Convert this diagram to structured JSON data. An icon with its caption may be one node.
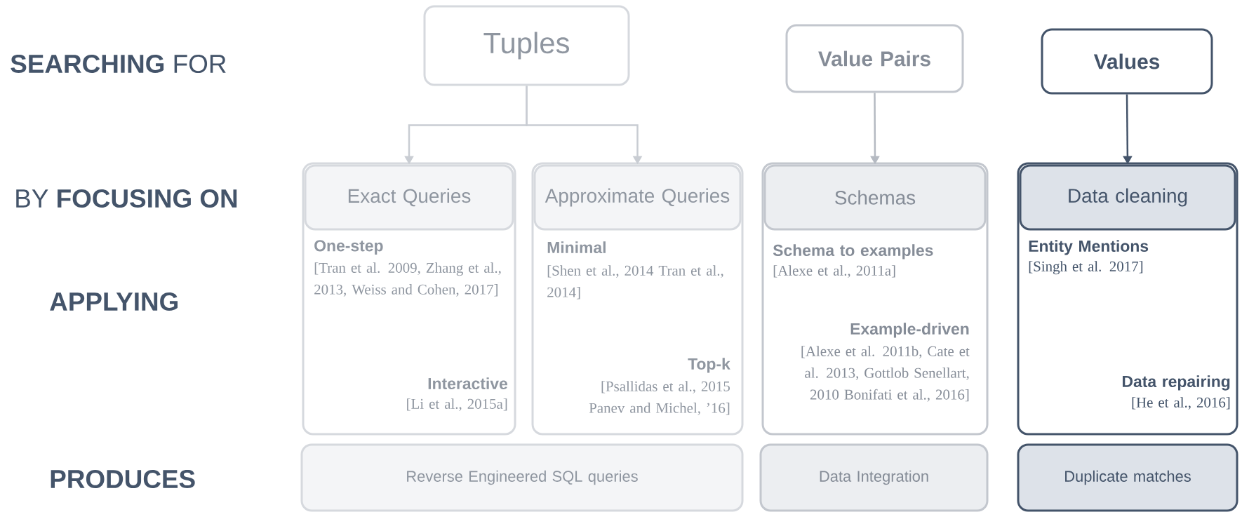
{
  "diagram": {
    "nodes": [
      {
        "text": [
          "Tuples"
        ]
      },
      {
        "text": [
          "Value Pairs"
        ]
      },
      {
        "text": [
          "Values"
        ]
      },
      {
        "text": [
          "One-step",
          "[Tran et al. 2009, Zhang et al., 2013, Weiss and Cohen, 2017]",
          "Interactive",
          "[Li et al., 2015a]"
        ]
      },
      {
        "text": [
          "Exact Queries"
        ],
        "in": 3
      },
      {
        "text": [
          "Minimal",
          "[Shen et al., 2014 Tran et al., 2014]",
          "Top-k",
          "[Psallidas et al., 2015 Panev and Michel, ’16]"
        ]
      },
      {
        "text": [
          "Approximate Queries"
        ],
        "in": 5
      },
      {
        "text": [
          "Schema to examples",
          "[Alexe et al., 2011a]",
          "Example-driven",
          "[Alexe et al. 2011b, Cate et al. 2013, Gottlob Senellart, 2010 Bonifati et al., 2016]"
        ]
      },
      {
        "text": [
          "Schemas"
        ],
        "in": 7
      },
      {
        "text": [
          "Entity Mentions",
          "[Singh et al. 2017]",
          "Data repairing",
          "[He et al., 2016]"
        ]
      },
      {
        "text": [
          "Data cleaning"
        ],
        "in": 9
      },
      {
        "text": [
          "Reverse Engineered SQL queries"
        ]
      },
      {
        "text": [
          "Data Integration"
        ]
      },
      {
        "text": [
          "Duplicate matches"
        ]
      }
    ],
    "edges": [
      {
        "from": 0,
        "to": 4,
        "arrow": "to"
      },
      {
        "from": 0,
        "to": 6,
        "arrow": "to"
      },
      {
        "from": 1,
        "to": 8,
        "arrow": "to",
        "color": "#b5bac2"
      },
      {
        "from": 2,
        "to": 10,
        "arrow": "to",
        "color": "#44546a"
      }
    ],
    "labels": [
      "**SEARCHING** FOR",
      "BY **FOCUSING ON**",
      "APPLYING",
      "PRODUCES"
    ]
  }
}
